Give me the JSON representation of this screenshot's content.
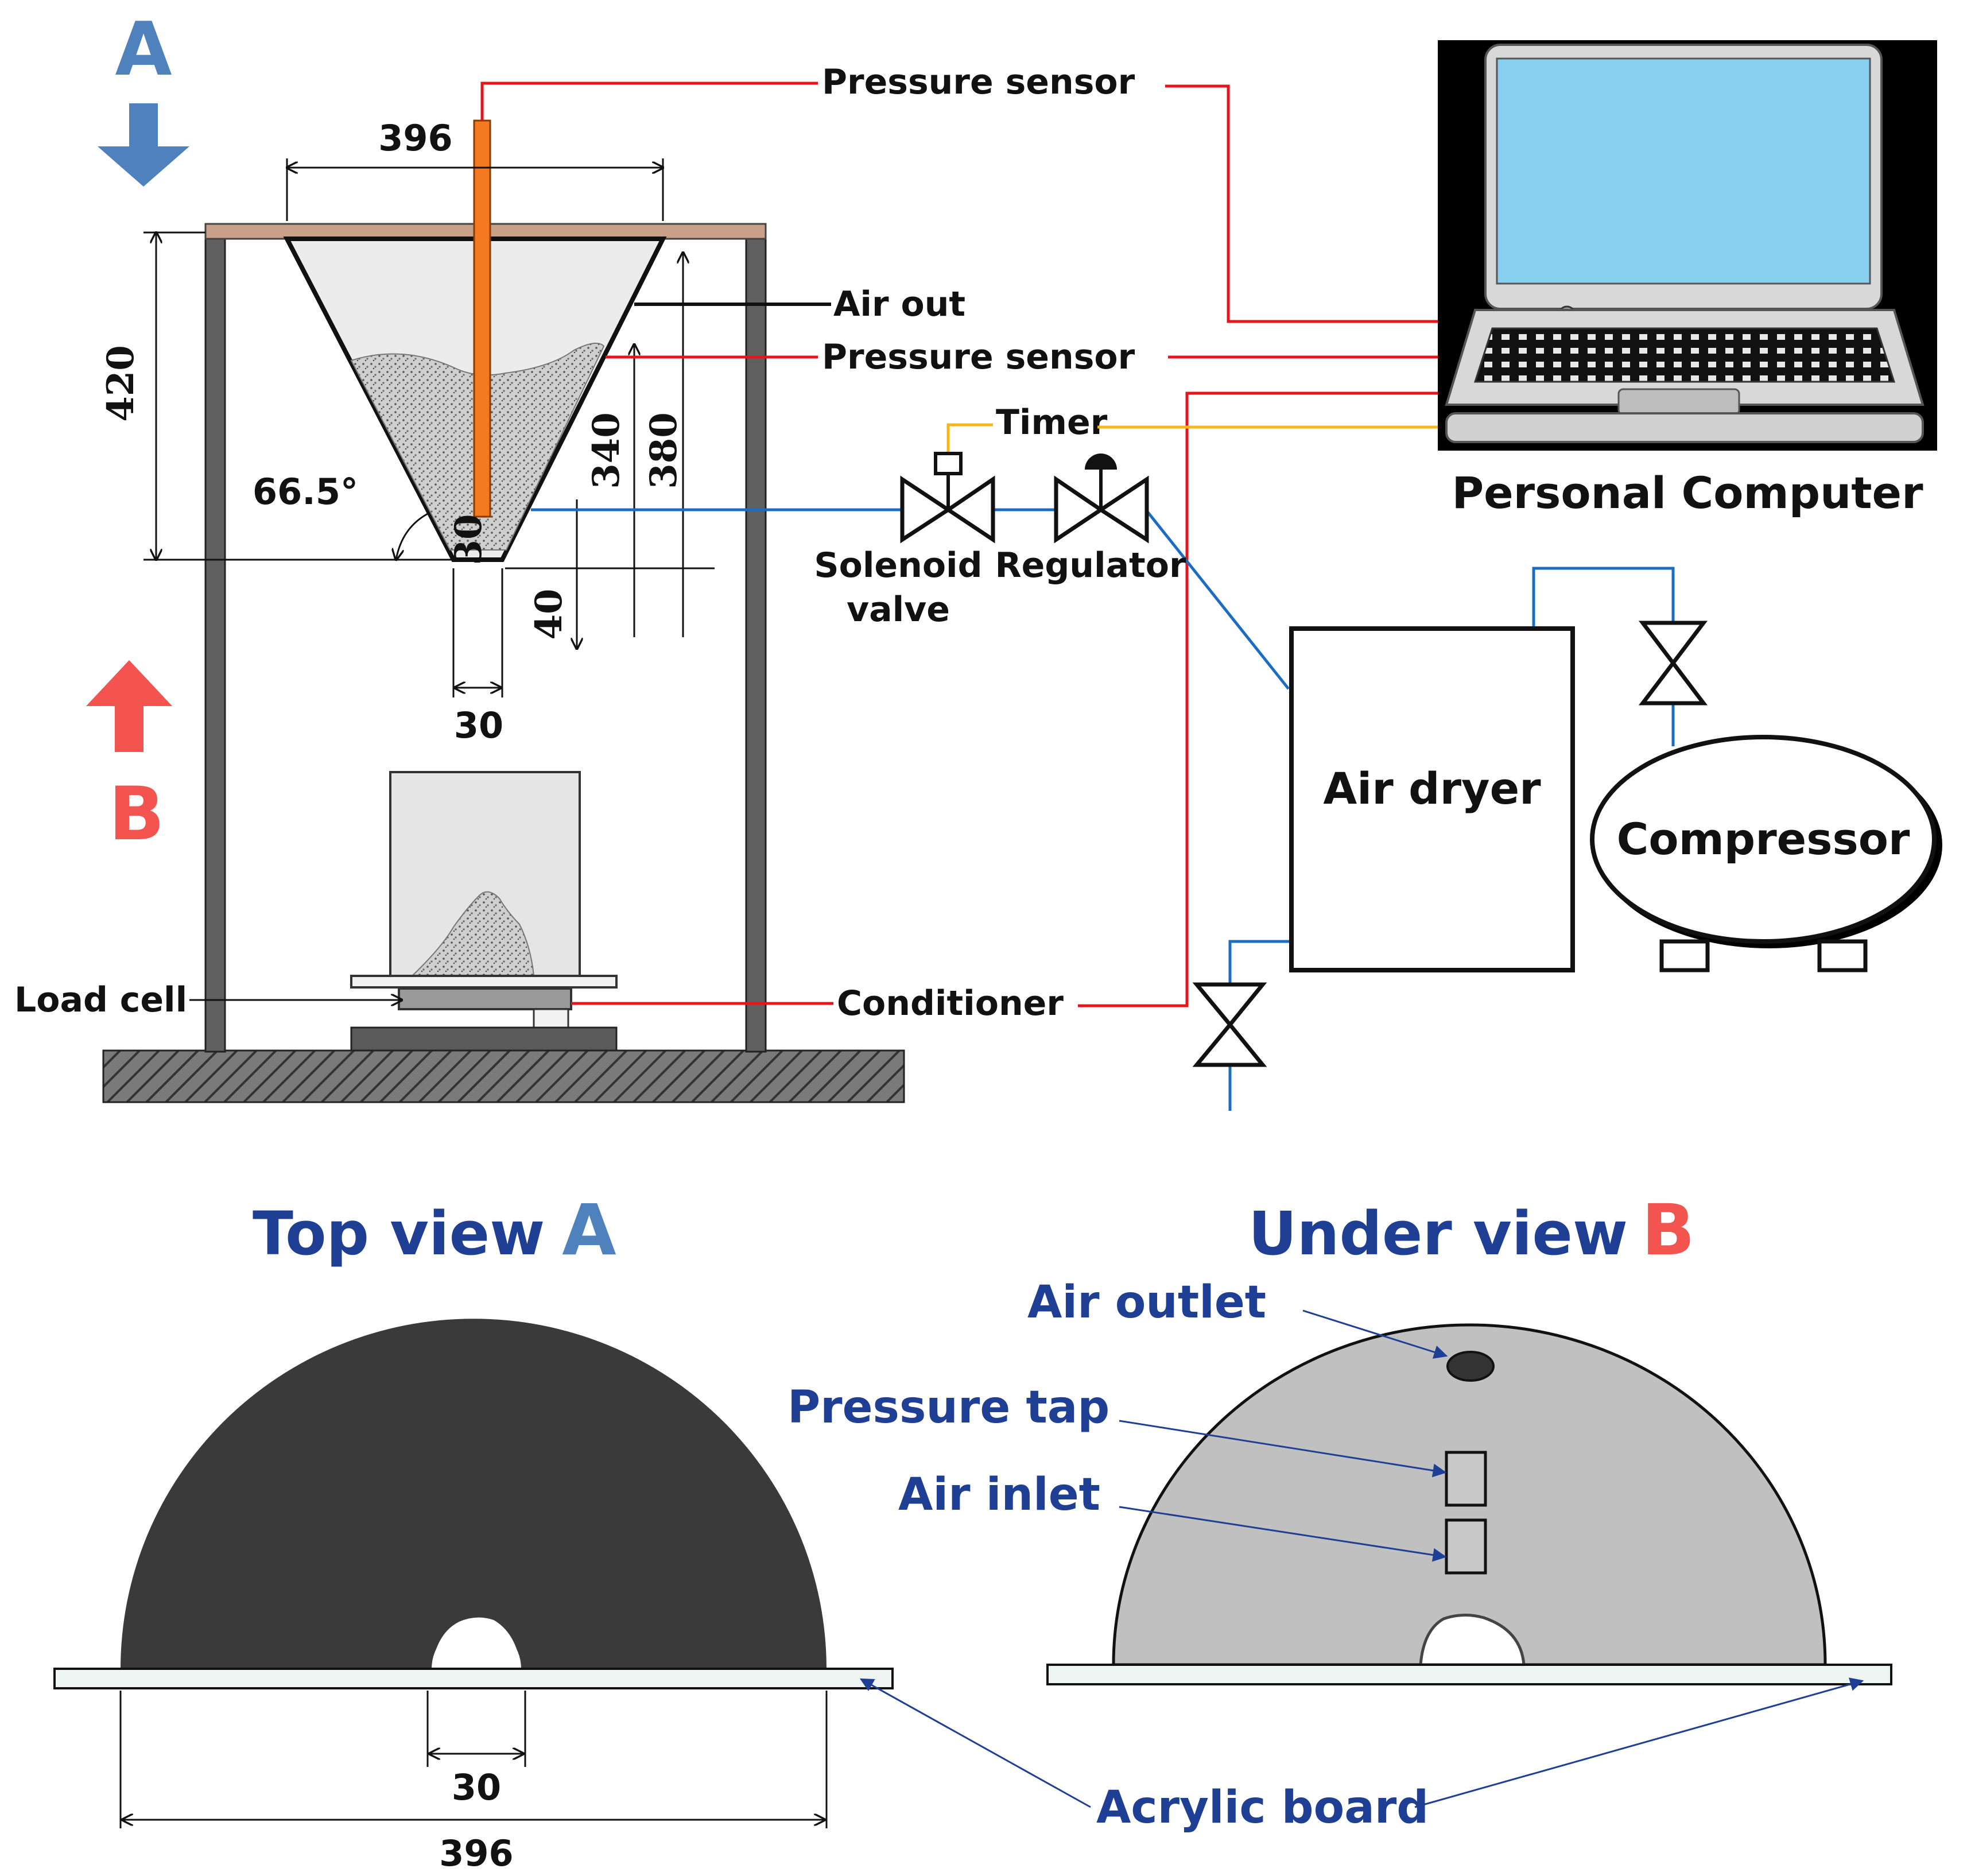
{
  "labels": {
    "pressure_sensor_top": "Pressure  sensor",
    "pressure_sensor_mid": "Pressure  sensor",
    "air_out": "Air out",
    "timer": "Timer",
    "solenoid_valve_1": "Solenoid",
    "solenoid_valve_2": "valve",
    "regulator": "Regulator",
    "personal_computer": "Personal Computer",
    "air_dryer": "Air dryer",
    "compressor": "Compressor",
    "load_cell": "Load cell",
    "conditioner": "Conditioner",
    "arrow_a": "A",
    "arrow_b": "B"
  },
  "dimensions": {
    "top_width": "396",
    "height": "420",
    "angle": "66.5°",
    "d340": "340",
    "d380": "380",
    "d30_outlet": "30",
    "d30_bottom": "30",
    "d40": "40"
  },
  "views": {
    "top_title": "Top  view",
    "top_letter": "A",
    "under_title": "Under  view",
    "under_letter": "B",
    "top_dim_inner": "30",
    "top_dim_outer": "396",
    "air_outlet": "Air outlet",
    "pressure_tap": "Pressure tap",
    "air_inlet": "Air inlet",
    "acrylic_board": "Acrylic board"
  },
  "colors": {
    "arrow_a": "#4f81bd",
    "arrow_b": "#f4544f",
    "sensor_line": "#e8141b",
    "air_line": "#1b6dc1",
    "timer_line": "#f7b718",
    "probe": "#f47920",
    "label_blue": "#1f3f94",
    "screen": "#89cff0"
  }
}
